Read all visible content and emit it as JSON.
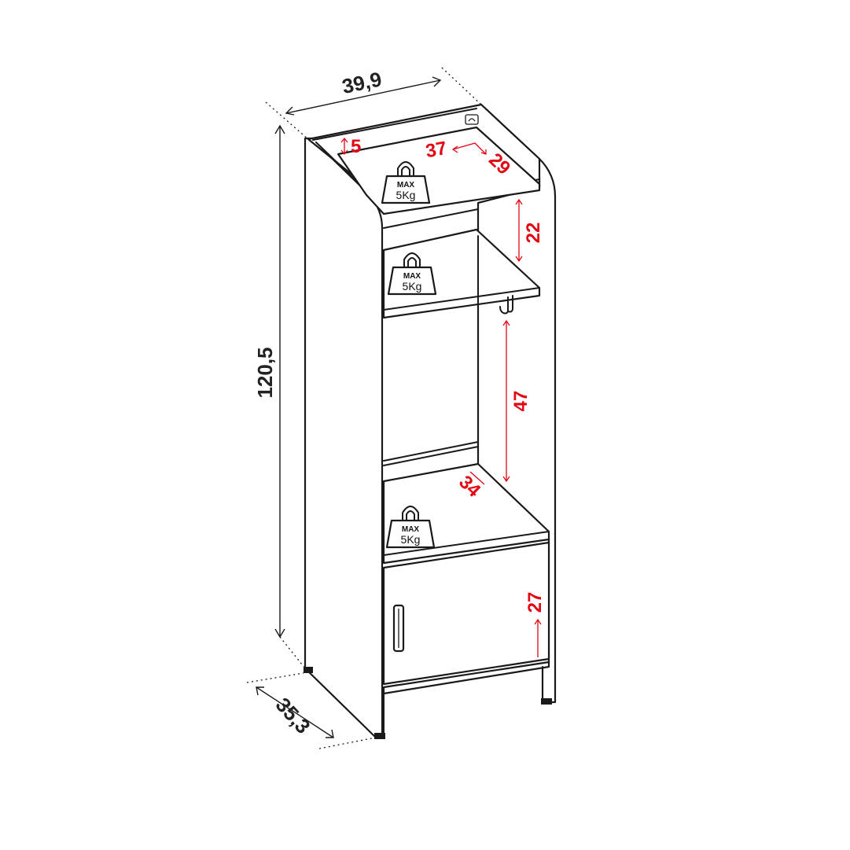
{
  "colors": {
    "outline": "#1a1a1a",
    "dimension_black": "#222222",
    "dimension_red": "#e30613",
    "background": "#ffffff"
  },
  "overall_dimensions": {
    "width": "39,9",
    "height": "120,5",
    "depth": "35,3"
  },
  "inner_dimensions": {
    "top_lip": "5",
    "top_width": "37",
    "top_depth": "29",
    "upper_shelf_gap": "22",
    "middle_gap": "47",
    "lower_shelf_depth": "34",
    "cabinet_height": "27"
  },
  "weight_badges": [
    {
      "max_label": "MAX",
      "load_label": "5Kg"
    },
    {
      "max_label": "MAX",
      "load_label": "5Kg"
    },
    {
      "max_label": "MAX",
      "load_label": "5Kg"
    }
  ],
  "icons": {
    "weight": "weight-icon",
    "hook": "hook-icon",
    "handle": "door-handle",
    "cable_hole": "cable-hole-icon"
  }
}
